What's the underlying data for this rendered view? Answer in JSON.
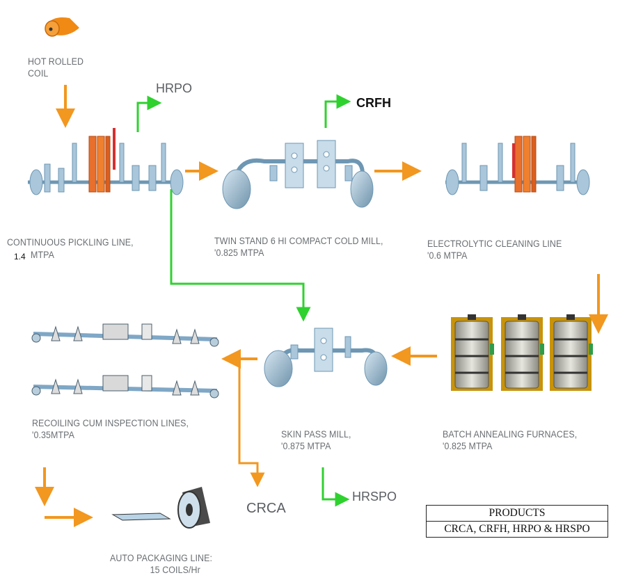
{
  "colors": {
    "flow": "#f2971f",
    "product_flow": "#2fd12f",
    "machine": "#7aa7c4",
    "furnace": "#c8930a"
  },
  "input": {
    "label_line1": "HOT ROLLED",
    "label_line2": "COIL"
  },
  "units": {
    "pickling": {
      "line1": "CONTINUOUS PICKLING LINE,",
      "capacity_value": "1.4",
      "capacity_unit": "MTPA"
    },
    "cold_mill": {
      "line1": "TWIN STAND 6 HI COMPACT COLD MILL,",
      "line2": "'0.825 MTPA"
    },
    "cleaning": {
      "line1": "ELECTROLYTIC CLEANING LINE",
      "line2": "'0.6 MTPA"
    },
    "annealing": {
      "line1": "BATCH ANNEALING FURNACES,",
      "line2": "'0.825 MTPA"
    },
    "skin_pass": {
      "line1": "SKIN PASS MILL,",
      "line2": "'0.875 MTPA"
    },
    "recoiling": {
      "line1": "RECOILING CUM INSPECTION LINES,",
      "line2": "'0.35MTPA"
    },
    "packaging": {
      "line1": "AUTO PACKAGING LINE:",
      "line2": "15 COILS/Hr"
    }
  },
  "outputs": {
    "hrpo": "HRPO",
    "crfh": "CRFH",
    "hrspo": "HRSPO",
    "crca": "CRCA"
  },
  "products_table": {
    "header": "PRODUCTS",
    "list": "CRCA, CRFH, HRPO & HRSPO"
  }
}
